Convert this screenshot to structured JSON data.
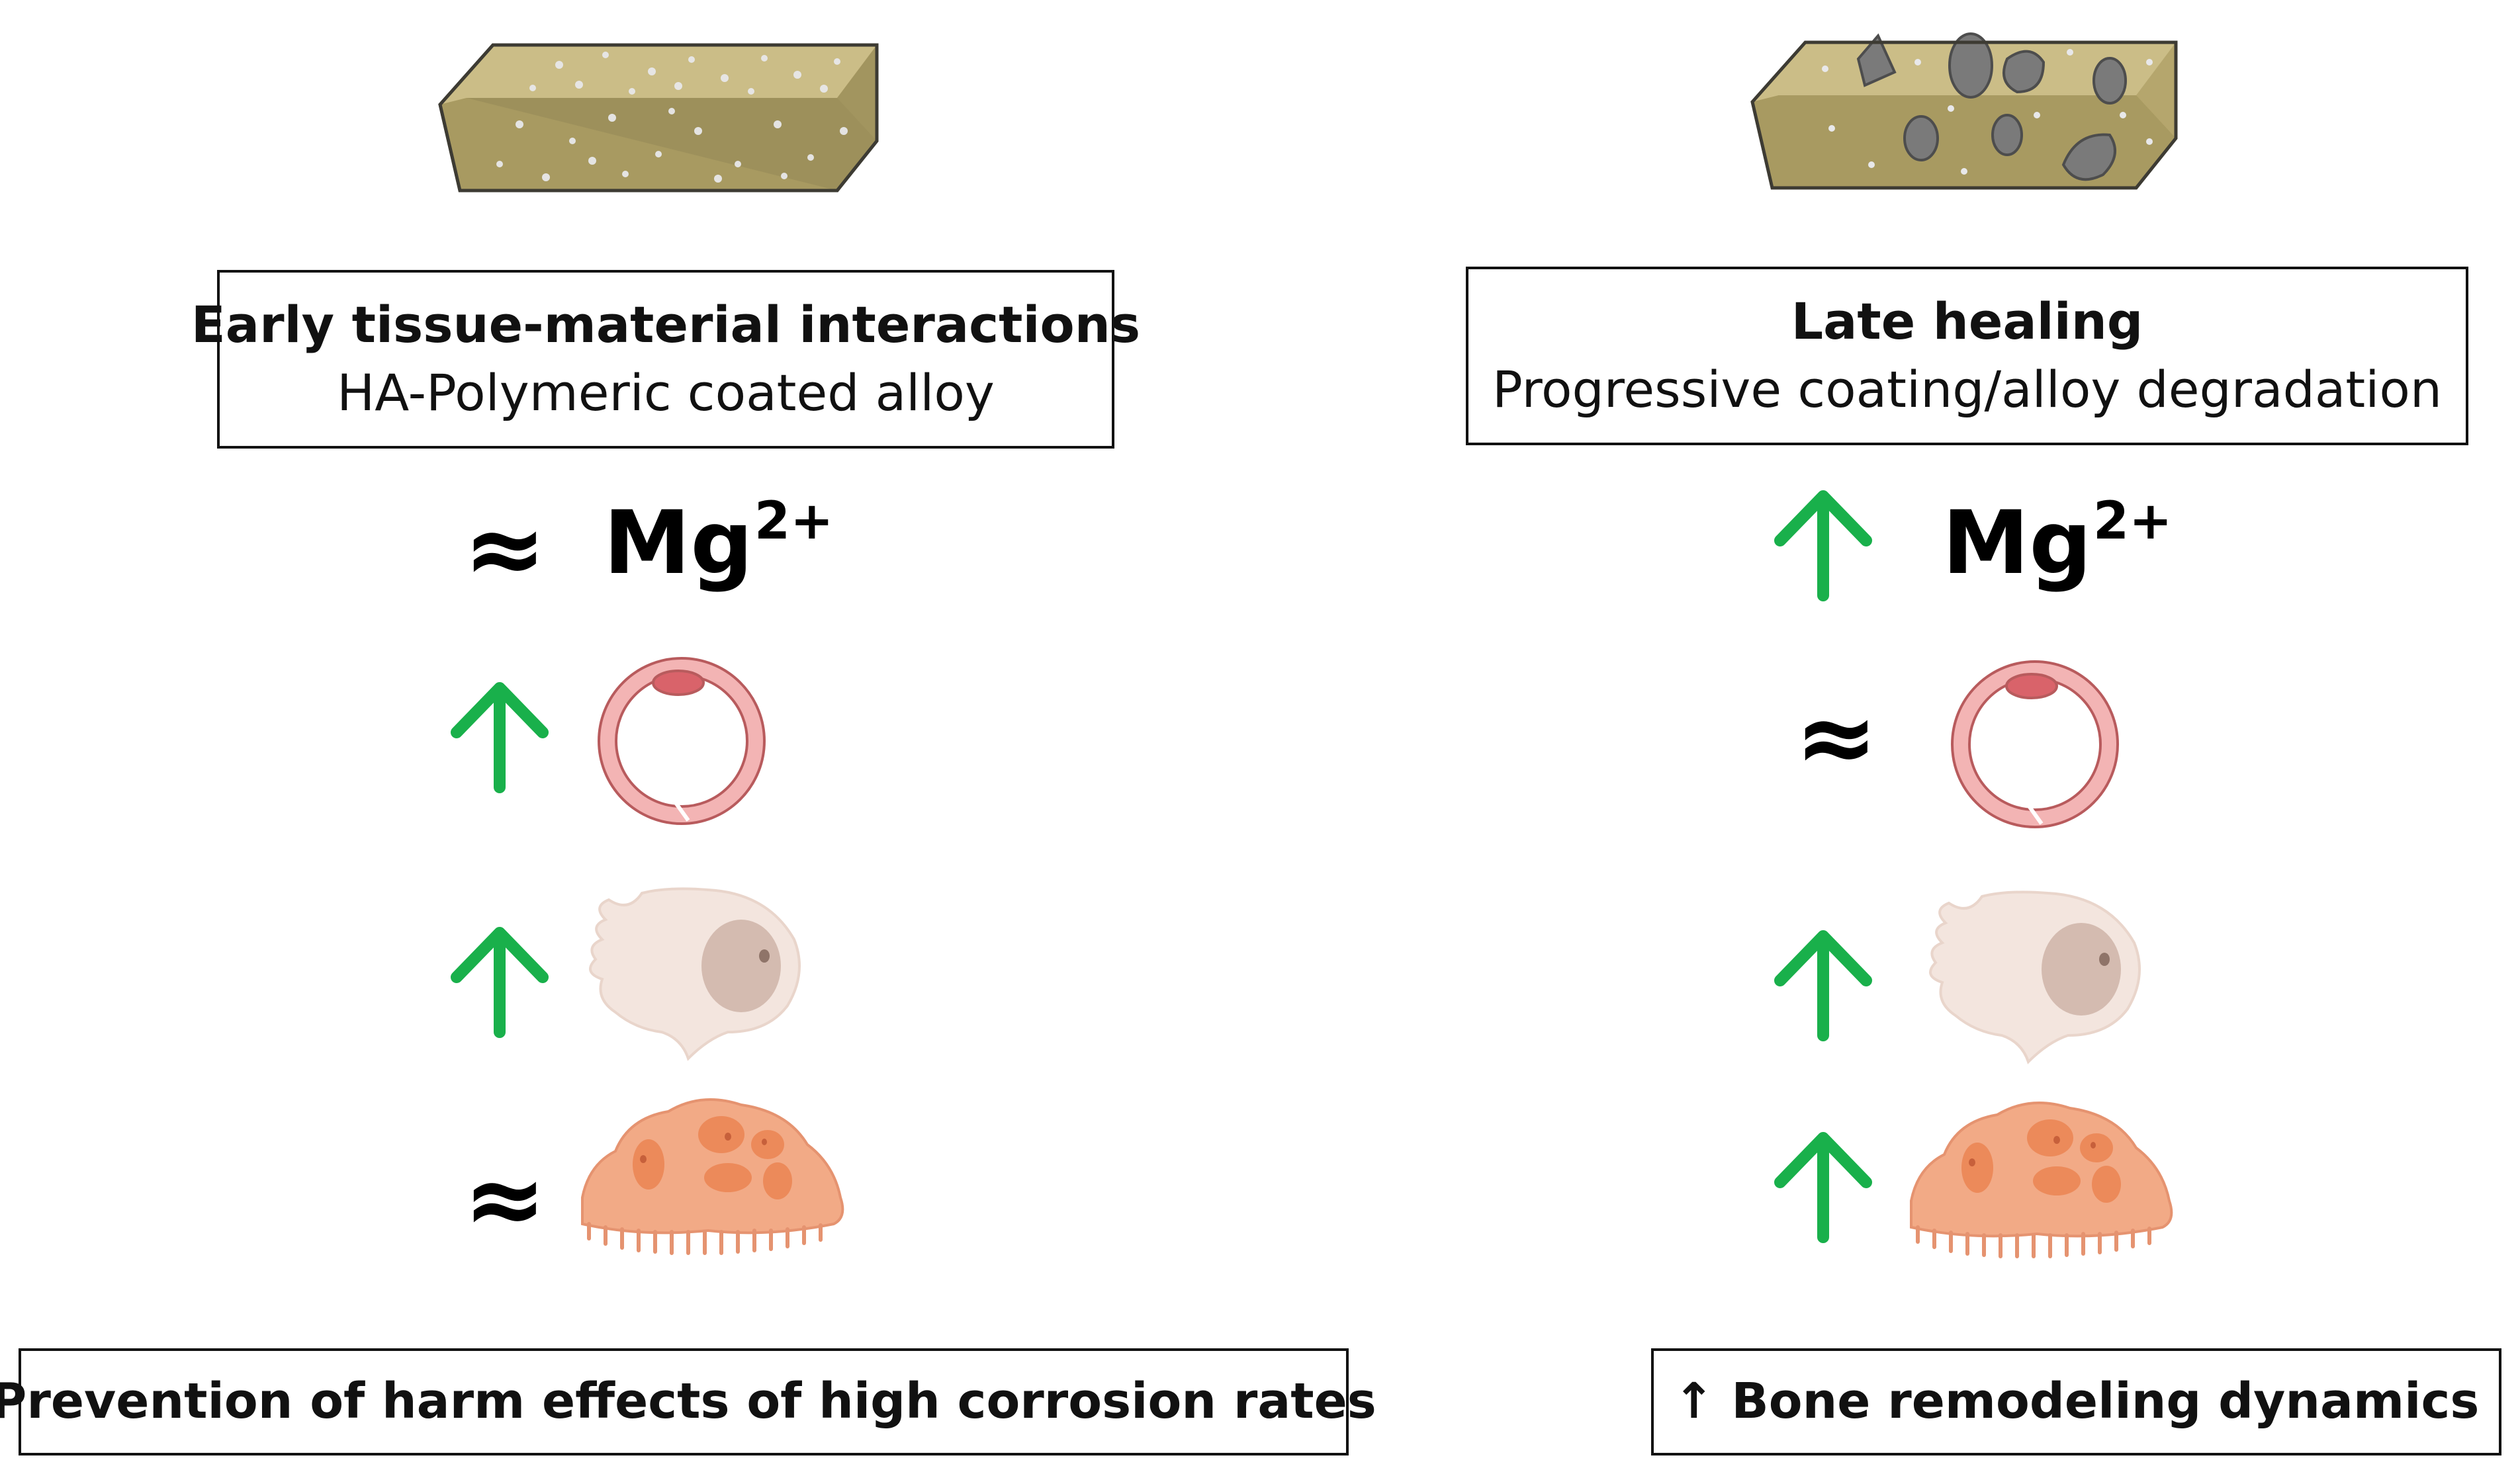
{
  "left": {
    "box_title": "Early tissue-material interactions",
    "box_subtitle": "HA-Polymeric coated alloy",
    "ion_label": "Mg",
    "ion_charge": "2+",
    "ion_symbol": "≈",
    "cell1_symbol": "↑",
    "cell2_symbol": "↑",
    "cell3_symbol": "≈",
    "outcome": "Prevention of harm effects of high corrosion rates"
  },
  "right": {
    "box_title": "Late healing",
    "box_subtitle": "Progressive coating/alloy degradation",
    "ion_label": "Mg",
    "ion_charge": "2+",
    "ion_symbol": "↑",
    "cell1_symbol": "≈",
    "cell2_symbol": "↑",
    "cell3_symbol": "↑",
    "outcome": "↑ Bone remodeling dynamics"
  },
  "colors": {
    "arrow_green": "#19b04b",
    "implant": "#b5a66d",
    "implant_dark": "#7f7449",
    "ring_cell": "#e98486",
    "ring_cell_fill": "#f3b4b4",
    "pale_cell": "#f3e5de",
    "pale_nucleus": "#d4bbb0",
    "osteoclast": "#f2aa86",
    "osteoclast_nucleus": "#ec8a5a"
  }
}
